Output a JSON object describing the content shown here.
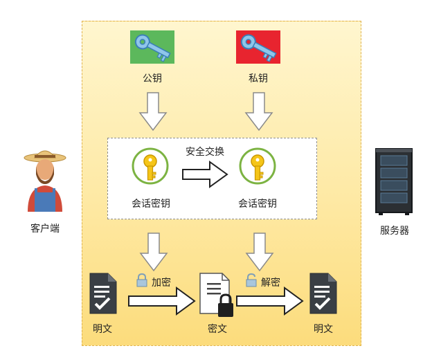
{
  "keys": {
    "public_label": "公钥",
    "private_label": "私钥",
    "public_bg": "#5cb85c",
    "private_bg": "#e8242f"
  },
  "session": {
    "exchange_label": "安全交换",
    "left_label": "会话密钥",
    "right_label": "会话密钥"
  },
  "actors": {
    "client_label": "客户端",
    "server_label": "服务器"
  },
  "flow": {
    "encrypt_label": "加密",
    "decrypt_label": "解密",
    "plaintext_left": "明文",
    "ciphertext": "密文",
    "plaintext_right": "明文"
  }
}
